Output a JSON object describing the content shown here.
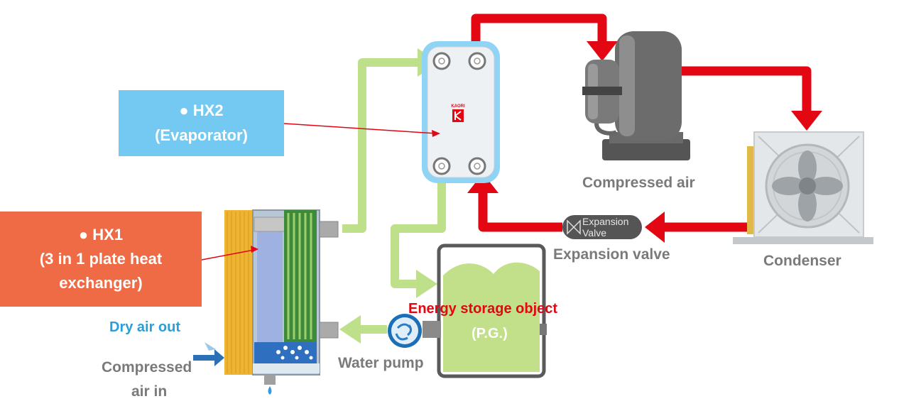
{
  "callouts": {
    "hx2": {
      "line1": "● HX2",
      "line2": "(Evaporator)"
    },
    "hx1": {
      "line1": "● HX1",
      "line2": "(3 in 1 plate heat",
      "line3": "exchanger)"
    }
  },
  "labels": {
    "compressed_air": "Compressed air",
    "condenser": "Condenser",
    "expansion_valve": "Expansion valve",
    "energy_storage": "Energy storage object",
    "pg": "(P.G.)",
    "water_pump": "Water pump",
    "dry_air_out": "Dry air out",
    "compressed_air_in_1": "Compressed",
    "compressed_air_in_2": "air in"
  },
  "valve_tag": {
    "line1": "Expansion",
    "line2": "Valve"
  },
  "evaporator_brand": "KAORI",
  "colors": {
    "refrigerant_line": "#e30613",
    "water_line": "#bfe08a",
    "hx2_box": "#74c9f2",
    "hx1_box": "#ee6b45",
    "energy_text": "#e30613",
    "dry_air_text": "#2a9fd6",
    "label_gray": "#7a7a7a"
  }
}
